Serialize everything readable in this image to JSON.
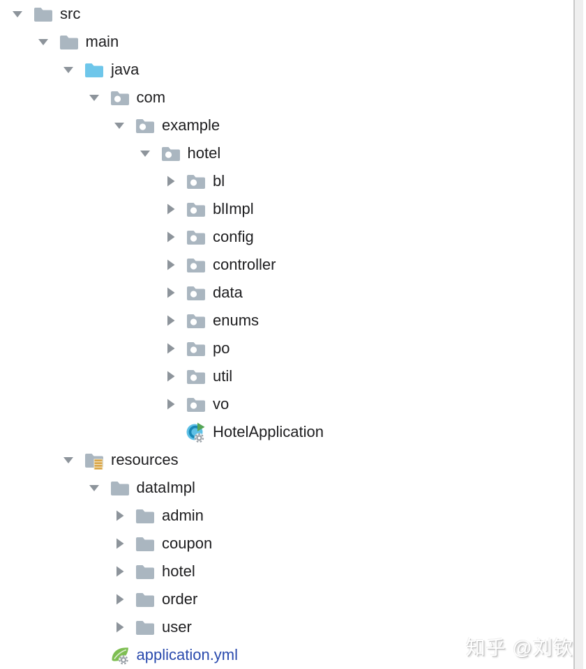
{
  "app": {
    "name": "ide-project-tree"
  },
  "colors": {
    "background": "#ffffff",
    "text": "#1d1d1f",
    "arrow": "#8d949b",
    "folder": "#aab6c0",
    "source_folder": "#6ec6ea",
    "package_dot": "#ffffff",
    "resources_badge": "#d9a445",
    "resources_badge_bg": "#f5e9c8",
    "class_circle": "#5ec0e6",
    "class_letter": "#1887b5",
    "run_triangle": "#55a556",
    "gear": "#9aa1a8",
    "spring_leaf": "#7ebe52",
    "file_link": "#2a4aad",
    "watermark_shadow": "#c0c0c0",
    "scrollbar_line": "#c9c9c9",
    "scrollbar_track": "#efefef"
  },
  "tree": {
    "rows": [
      {
        "label": "src",
        "level": 0,
        "icon": "folder",
        "state": "expanded"
      },
      {
        "label": "main",
        "level": 1,
        "icon": "folder",
        "state": "expanded"
      },
      {
        "label": "java",
        "level": 2,
        "icon": "source-folder",
        "state": "expanded"
      },
      {
        "label": "com",
        "level": 3,
        "icon": "package",
        "state": "expanded"
      },
      {
        "label": "example",
        "level": 4,
        "icon": "package",
        "state": "expanded"
      },
      {
        "label": "hotel",
        "level": 5,
        "icon": "package",
        "state": "expanded"
      },
      {
        "label": "bl",
        "level": 6,
        "icon": "package",
        "state": "collapsed"
      },
      {
        "label": "blImpl",
        "level": 6,
        "icon": "package",
        "state": "collapsed"
      },
      {
        "label": "config",
        "level": 6,
        "icon": "package",
        "state": "collapsed"
      },
      {
        "label": "controller",
        "level": 6,
        "icon": "package",
        "state": "collapsed"
      },
      {
        "label": "data",
        "level": 6,
        "icon": "package",
        "state": "collapsed"
      },
      {
        "label": "enums",
        "level": 6,
        "icon": "package",
        "state": "collapsed"
      },
      {
        "label": "po",
        "level": 6,
        "icon": "package",
        "state": "collapsed"
      },
      {
        "label": "util",
        "level": 6,
        "icon": "package",
        "state": "collapsed"
      },
      {
        "label": "vo",
        "level": 6,
        "icon": "package",
        "state": "collapsed"
      },
      {
        "label": "HotelApplication",
        "level": 6,
        "icon": "class-run",
        "state": "none"
      },
      {
        "label": "resources",
        "level": 2,
        "icon": "resources-folder",
        "state": "expanded"
      },
      {
        "label": "dataImpl",
        "level": 3,
        "icon": "folder",
        "state": "expanded"
      },
      {
        "label": "admin",
        "level": 4,
        "icon": "folder",
        "state": "collapsed"
      },
      {
        "label": "coupon",
        "level": 4,
        "icon": "folder",
        "state": "collapsed"
      },
      {
        "label": "hotel",
        "level": 4,
        "icon": "folder",
        "state": "collapsed"
      },
      {
        "label": "order",
        "level": 4,
        "icon": "folder",
        "state": "collapsed"
      },
      {
        "label": "user",
        "level": 4,
        "icon": "folder",
        "state": "collapsed"
      },
      {
        "label": "application.yml",
        "level": 3,
        "icon": "spring-config",
        "state": "none",
        "link": true
      }
    ]
  },
  "watermark": {
    "text": "知乎 @刘钦"
  }
}
